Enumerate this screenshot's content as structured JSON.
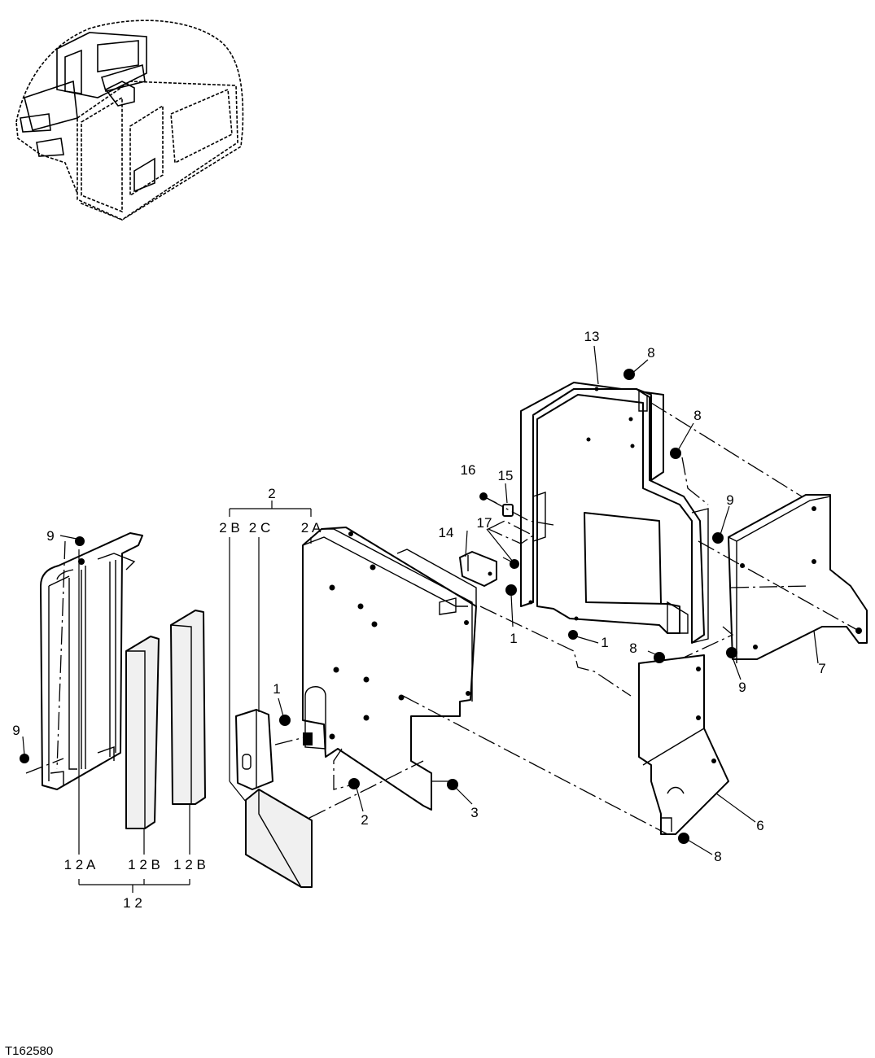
{
  "callouts": {
    "p13": "13",
    "p8_a": "8",
    "p8_b": "8",
    "p8_c": "8",
    "p8_d": "8",
    "p16": "16",
    "p15": "15",
    "p17": "17",
    "p14": "14",
    "p1_a": "1",
    "p1_b": "1",
    "p1_c": "1",
    "p9_a": "9",
    "p9_b": "9",
    "p9_c": "9",
    "p9_d": "9",
    "p7": "7",
    "p6": "6",
    "p3": "3",
    "p2_single": "2",
    "p2_group": "2",
    "p2B": "2 B",
    "p2C": "2 C",
    "p2A": "2 A",
    "p12A": "1 2 A",
    "p12B_a": "1 2 B",
    "p12B_b": "1 2 B",
    "p12_group": "1 2"
  },
  "figure_code": "T162580"
}
